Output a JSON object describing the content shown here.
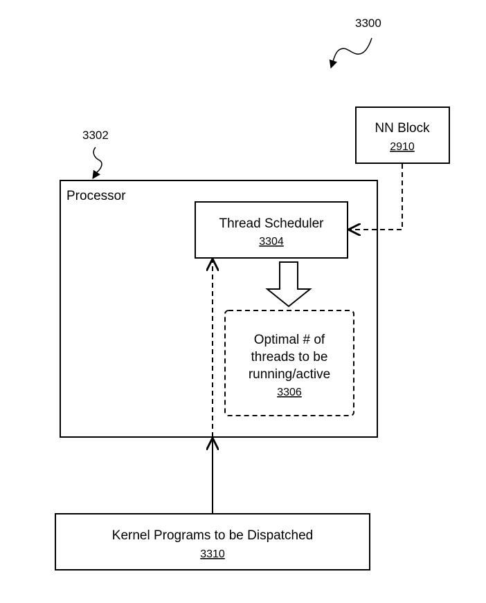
{
  "figure": {
    "ref_main": "3300",
    "ref_processor": "3302"
  },
  "processor": {
    "label": "Processor"
  },
  "nn_block": {
    "title": "NN Block",
    "ref": "2910"
  },
  "thread_scheduler": {
    "title": "Thread Scheduler",
    "ref": "3304"
  },
  "optimal_threads": {
    "line1": "Optimal # of",
    "line2": "threads to be",
    "line3": "running/active",
    "ref": "3306"
  },
  "kernel_programs": {
    "title": "Kernel Programs to be Dispatched",
    "ref": "3310"
  }
}
